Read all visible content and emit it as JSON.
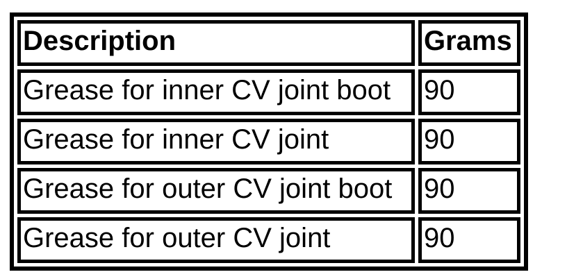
{
  "colors": {
    "border": "#000000",
    "background": "#ffffff",
    "text": "#000000"
  },
  "table": {
    "columns": [
      "Description",
      "Grams"
    ],
    "rows": [
      {
        "description": "Grease for inner CV joint boot",
        "grams": "90"
      },
      {
        "description": "Grease for inner CV joint",
        "grams": "90"
      },
      {
        "description": "Grease for outer CV joint boot",
        "grams": "90"
      },
      {
        "description": "Grease for outer CV joint",
        "grams": "90"
      }
    ]
  }
}
